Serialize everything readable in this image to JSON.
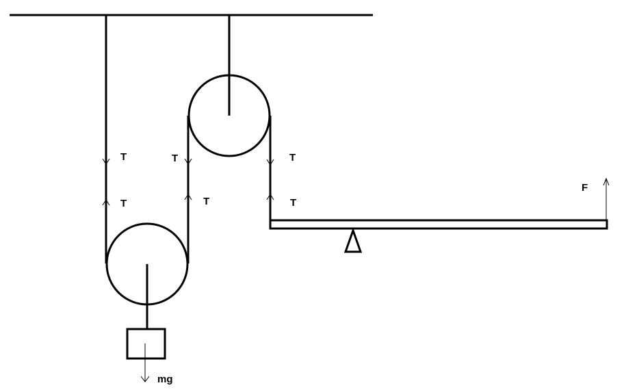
{
  "labels": {
    "tension_left_down": "T",
    "tension_left_up": "T",
    "tension_middle_down": "T",
    "tension_middle_up": "T",
    "tension_right_down": "T",
    "tension_right_up": "T",
    "force": "F",
    "weight": "mg"
  },
  "colors": {
    "stroke": "#000000",
    "background": "#ffffff"
  }
}
